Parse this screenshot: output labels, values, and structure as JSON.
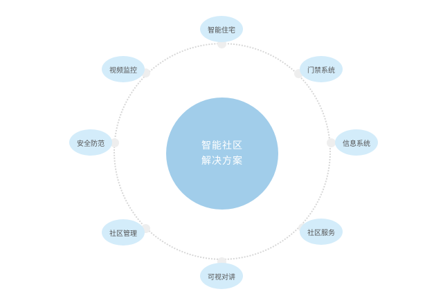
{
  "center": {
    "line1": "智能社区",
    "line2": "解决方案"
  },
  "nodes": [
    {
      "label": "智能住宅"
    },
    {
      "label": "门禁系统"
    },
    {
      "label": "信息系统"
    },
    {
      "label": "社区服务"
    },
    {
      "label": "可视对讲"
    },
    {
      "label": "社区管理"
    },
    {
      "label": "安全防范"
    },
    {
      "label": "视频监控"
    }
  ],
  "colors": {
    "center_fill": "#a1cdea",
    "node_fill": "#d3ecfa",
    "ring_dots": "#d6d6d6",
    "connector_dot": "#eeeeee",
    "node_text": "#555555"
  }
}
